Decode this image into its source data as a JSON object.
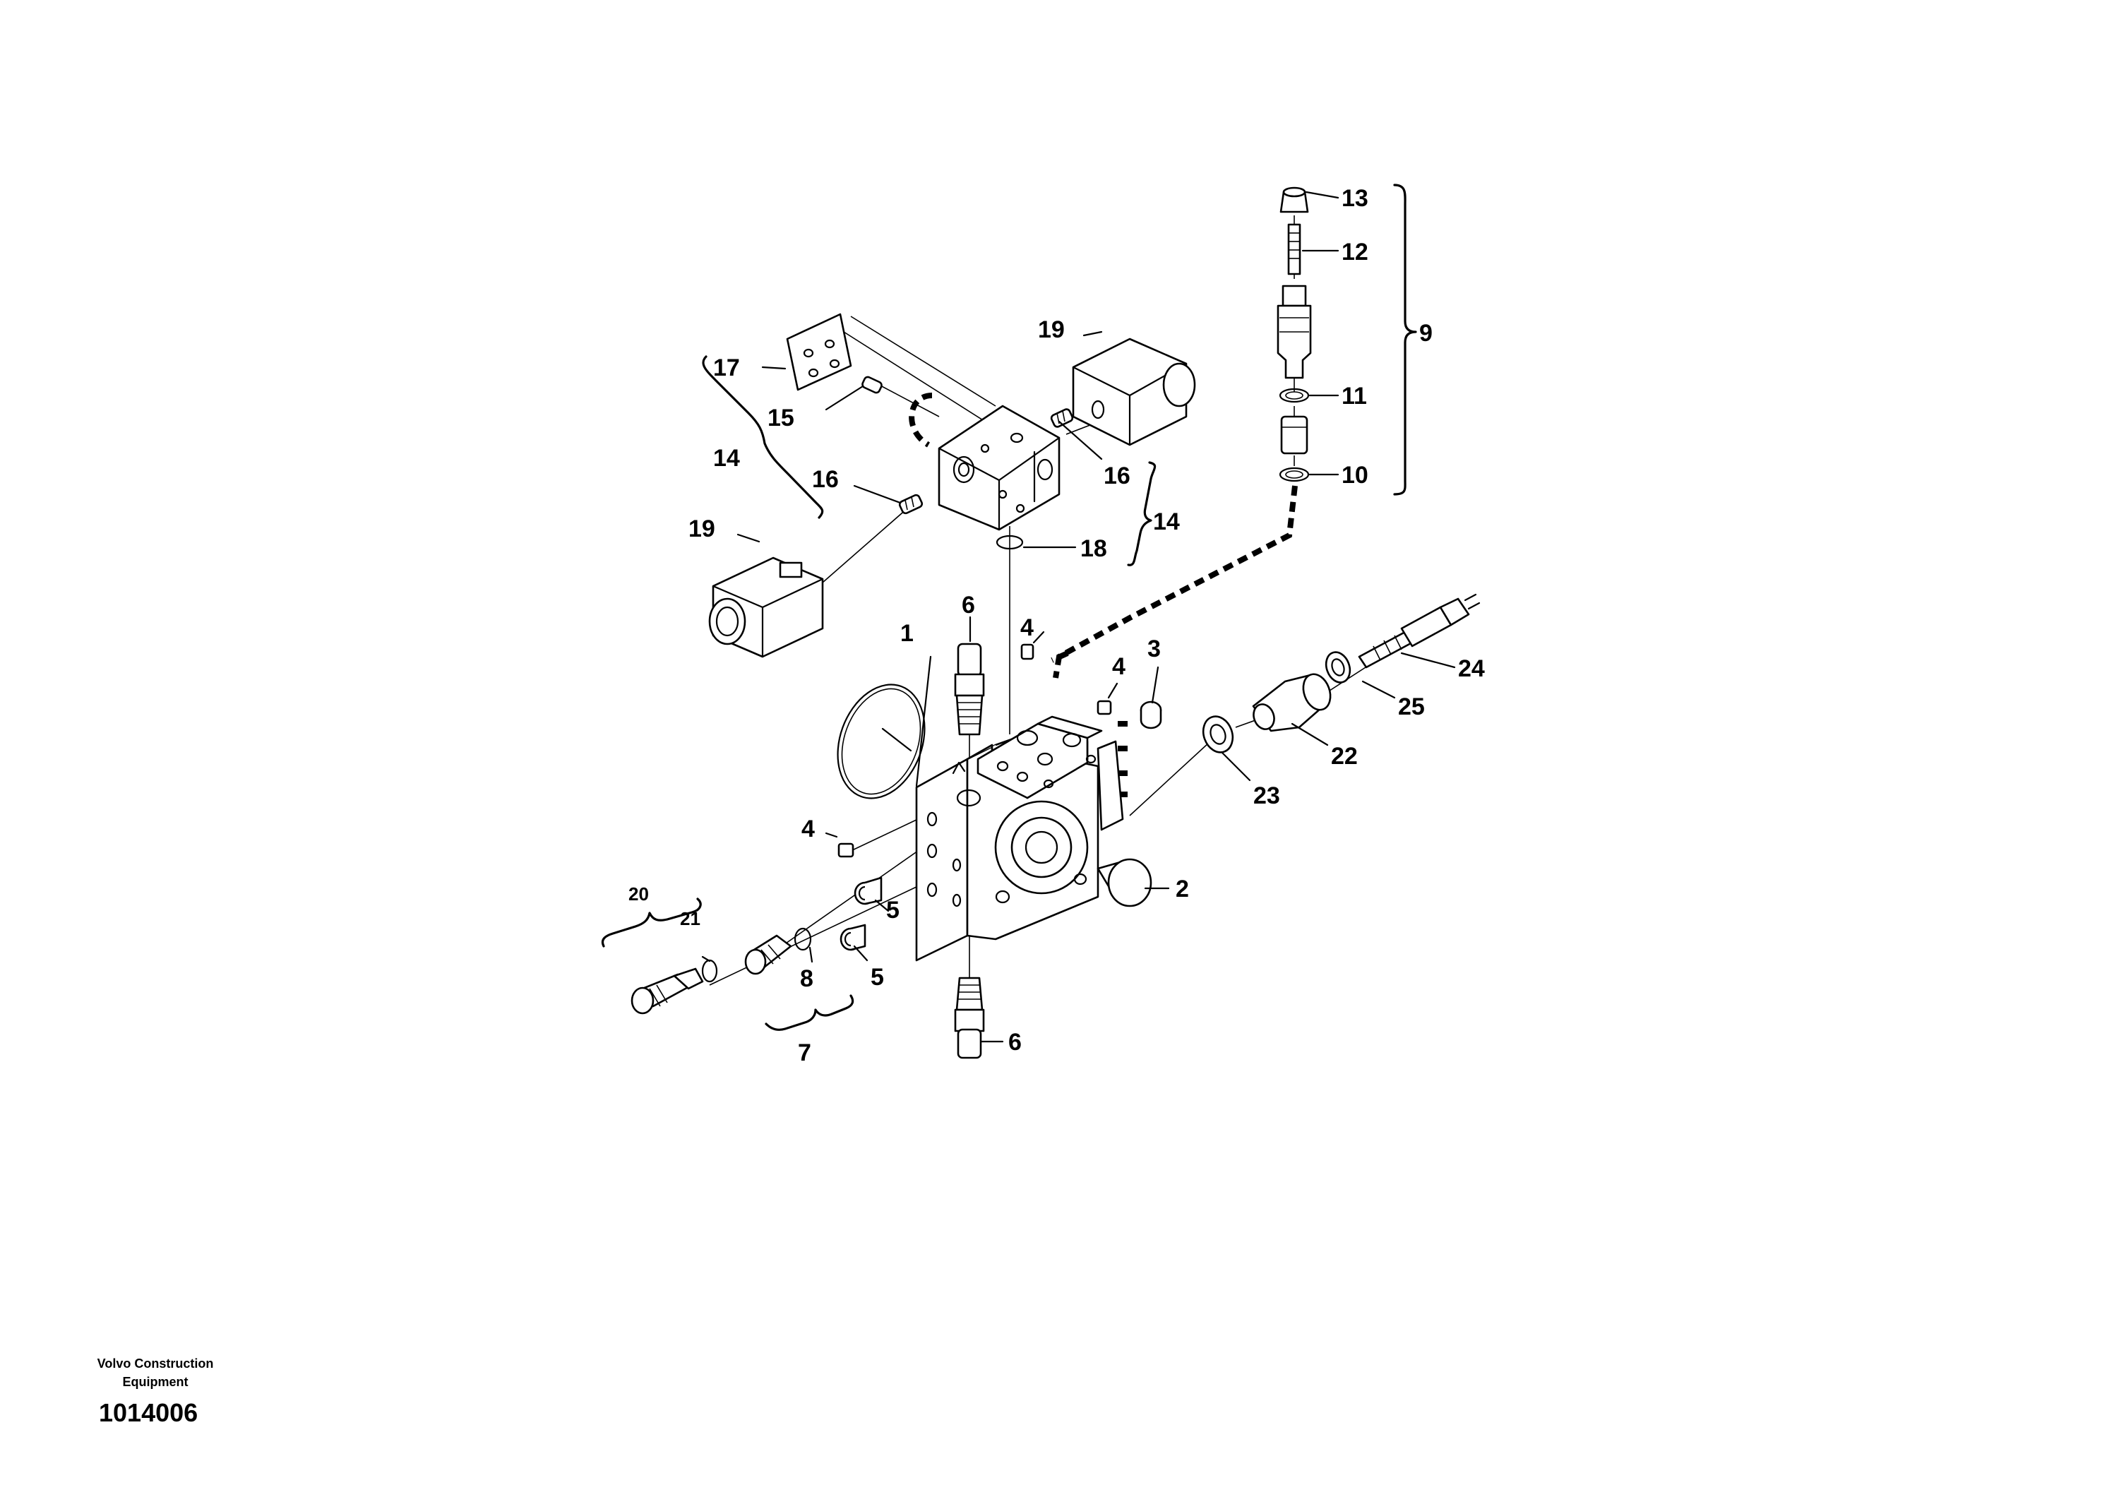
{
  "diagram": {
    "labels": {
      "p1": "1",
      "p2": "2",
      "p3": "3",
      "p4a": "4",
      "p4b": "4",
      "p4c": "4",
      "p5a": "5",
      "p5b": "5",
      "p6a": "6",
      "p6b": "6",
      "p7": "7",
      "p8": "8",
      "p9": "9",
      "p10": "10",
      "p11": "11",
      "p12": "12",
      "p13": "13",
      "p14a": "14",
      "p14b": "14",
      "p15": "15",
      "p16a": "16",
      "p16b": "16",
      "p17": "17",
      "p18": "18",
      "p19a": "19",
      "p19b": "19",
      "p20": "20",
      "p21": "21",
      "p22": "22",
      "p23": "23",
      "p24": "24",
      "p25": "25"
    }
  },
  "footer": {
    "maker_line1": "Volvo Construction",
    "maker_line2": "Equipment",
    "doc_id": "1014006"
  }
}
